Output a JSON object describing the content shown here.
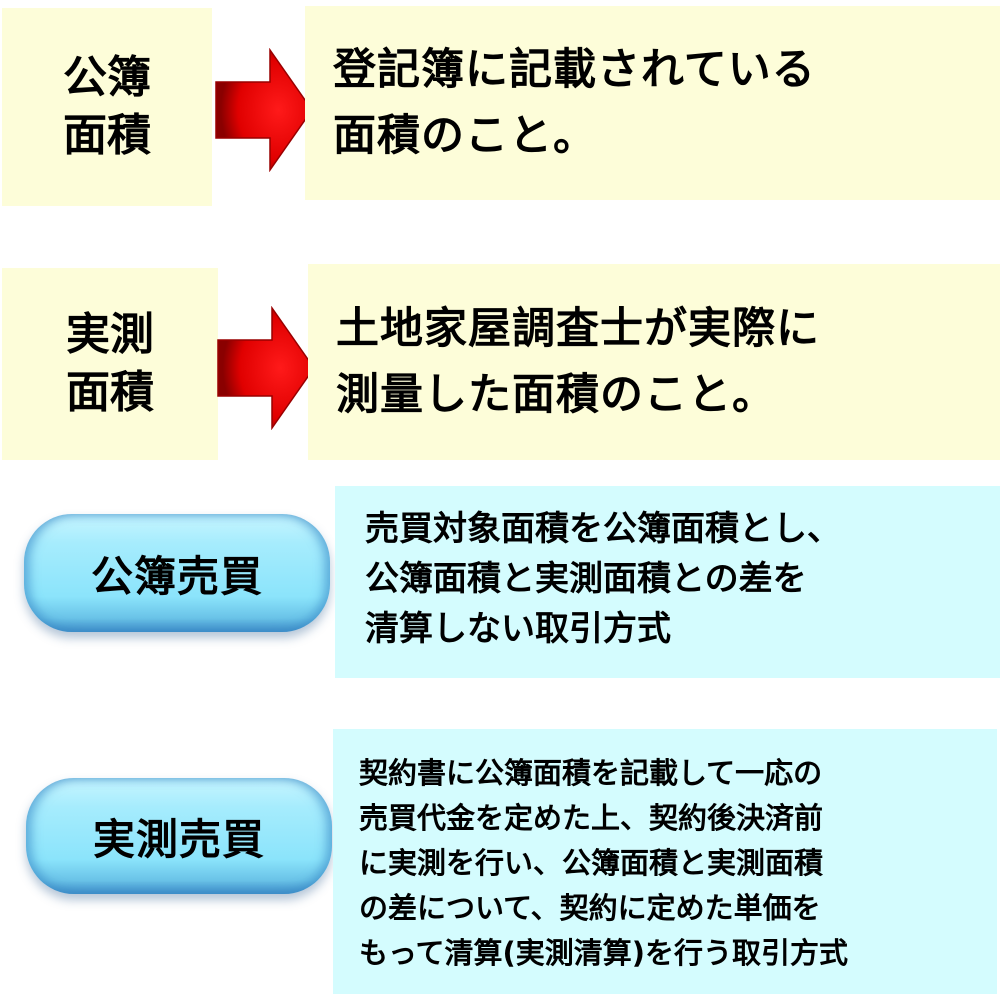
{
  "rows": [
    {
      "term_lines": [
        "公簿",
        "面積"
      ],
      "definition_lines": [
        "登記簿に記載されている",
        "面積のこと。"
      ]
    },
    {
      "term_lines": [
        "実測",
        "面積"
      ],
      "definition_lines": [
        "土地家屋調査士が実際に",
        "測量した面積のこと。"
      ]
    }
  ],
  "transactions": [
    {
      "label": "公簿売買",
      "description_lines": [
        "売買対象面積を公簿面積とし、",
        "公簿面積と実測面積との差を",
        "清算しない取引方式"
      ]
    },
    {
      "label": "実測売買",
      "description_lines": [
        "契約書に公簿面積を記載して一応の",
        "売買代金を定めた上、契約後決済前",
        "に実測を行い、公簿面積と実測面積",
        "の差について、契約に定めた単価を",
        "もって清算(実測清算)を行う取引方式"
      ]
    }
  ],
  "icons": {
    "arrow": "right-arrow-icon"
  },
  "colors": {
    "term_bg": "#fdfdd9",
    "desc_bg": "#d4fcfe",
    "arrow": "#e00000",
    "pill": "#8be4fb"
  }
}
